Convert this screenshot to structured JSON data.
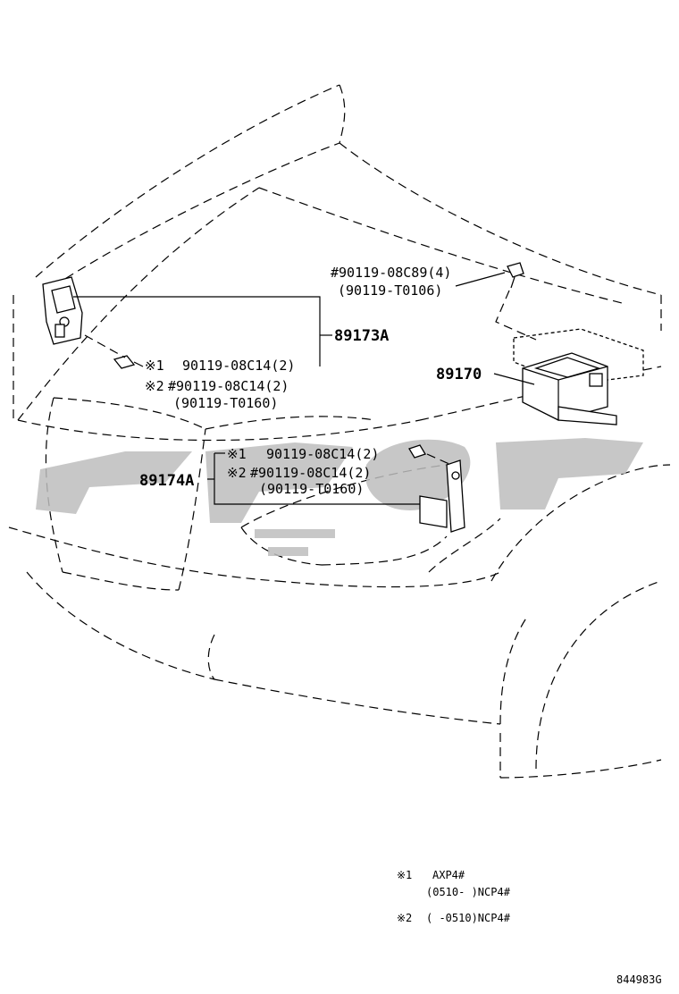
{
  "parts": {
    "sensor_front": "89173A",
    "sensor_front_sub": "89174A",
    "airbag_ecu": "89170"
  },
  "bolts": {
    "ecu_bolt_main": "#90119-08C89(4)",
    "ecu_bolt_alt": "(90119-T0106)",
    "upper_note1_mark": "※1",
    "upper_note1_bolt": "90119-08C14(2)",
    "upper_note2_mark": "※2",
    "upper_note2_bolt": "#90119-08C14(2)",
    "upper_note2_alt": "(90119-T0160)",
    "lower_note1_mark": "※1",
    "lower_note1_bolt": "90119-08C14(2)",
    "lower_note2_mark": "※2",
    "lower_note2_bolt": "#90119-08C14(2)",
    "lower_note2_alt": "(90119-T0160)"
  },
  "legend": {
    "note1_mark": "※1",
    "note1_line1": "AXP4#",
    "note1_line2": "(0510-      )NCP4#",
    "note2_mark": "※2",
    "note2_line1": "(      -0510)NCP4#"
  },
  "figure_code": "844983G"
}
